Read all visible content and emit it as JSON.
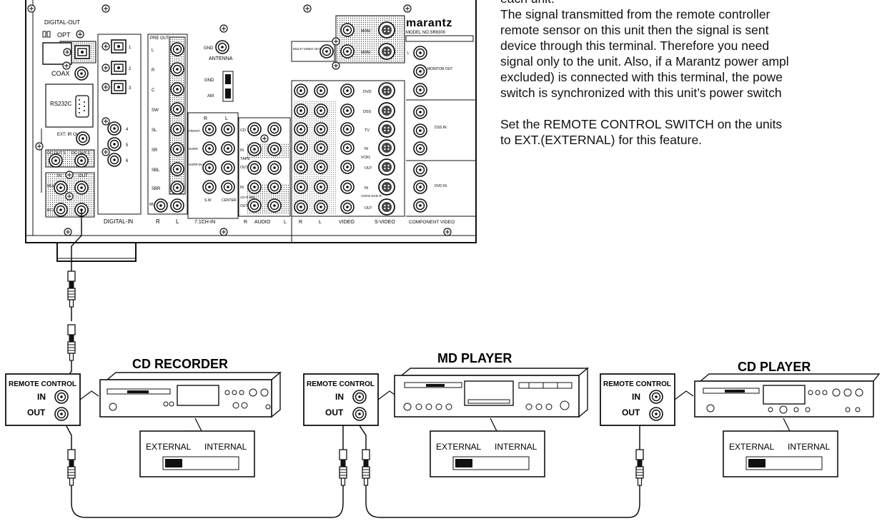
{
  "note": {
    "cut_line": "each unit.",
    "paragraph1": [
      "The signal transmitted from the remote controller",
      "remote sensor on this unit then the signal is sent",
      "device through this terminal. Therefore you need",
      "signal only to the unit. Also, if a Marantz power ampl",
      "excluded) is connected with this terminal, the powe",
      "switch is synchronized with this unit’s power switch"
    ],
    "paragraph2": [
      "Set the REMOTE CONTROL SWITCH on the units",
      "to EXT.(EXTERNAL) for this feature."
    ]
  },
  "receiver": {
    "brand": "marantz",
    "model": "MODEL NO.SR8300",
    "labels": {
      "digital_out": "DIGITAL-OUT",
      "opt": "OPT",
      "coax": "COAX",
      "rs232c": "RS232C",
      "ext_ir_out": "EXT. IR OUT",
      "dc_out_1": "DC OUT 1",
      "dc_out_2": "DC OUT 2",
      "in": "IN",
      "out": "OUT",
      "multi_rc": "MULTI RC",
      "rc5": "RC-5",
      "digital_in": "DIGITAL-IN",
      "pre_out": "PRE OUT",
      "multi_out": "MULTI OUT",
      "gnd": "GND",
      "antenna": "ANTENNA",
      "am": "AM",
      "r": "R",
      "l": "L",
      "front": "FRONT",
      "surr": "SURR",
      "surr_back": "SURR BACK",
      "sw": "S.W",
      "center": "CENTER",
      "seven_one_in": "7.1CH-IN",
      "cd": "CD",
      "tape": "TAPE",
      "cdr_md": "CD-R /MD",
      "audio": "AUDIO",
      "video": "VIDEO",
      "s_video": "S-VIDEO",
      "component_video": "COMPONENT VIDEO",
      "multi_video_out": "MULTI VIDEO OUT",
      "moni": "MONI",
      "dvd": "DVD",
      "dss": "DSS",
      "tv": "TV",
      "vcr1": "VCR1",
      "vcr2": "VCR2/ DVD-R",
      "monitor_out": "MONITOR OUT",
      "dss_in": "DSS IN",
      "dvd_in": "DVD IN"
    },
    "digital_in_numbers": [
      "1",
      "2",
      "3",
      "4",
      "5",
      "6"
    ],
    "pre_out_channels": [
      "L",
      "R",
      "C",
      "SW",
      "SL",
      "SR",
      "SBL",
      "SBR"
    ]
  },
  "devices": [
    {
      "name": "CD RECORDER",
      "remote_label": "REMOTE CONTROL",
      "in_label": "IN",
      "out_label": "OUT",
      "switch_external": "EXTERNAL",
      "switch_internal": "INTERNAL"
    },
    {
      "name": "MD PLAYER",
      "remote_label": "REMOTE CONTROL",
      "in_label": "IN",
      "out_label": "OUT",
      "switch_external": "EXTERNAL",
      "switch_internal": "INTERNAL"
    },
    {
      "name": "CD PLAYER",
      "remote_label": "REMOTE CONTROL",
      "in_label": "IN",
      "out_label": "OUT",
      "switch_external": "EXTERNAL",
      "switch_internal": "INTERNAL"
    }
  ]
}
